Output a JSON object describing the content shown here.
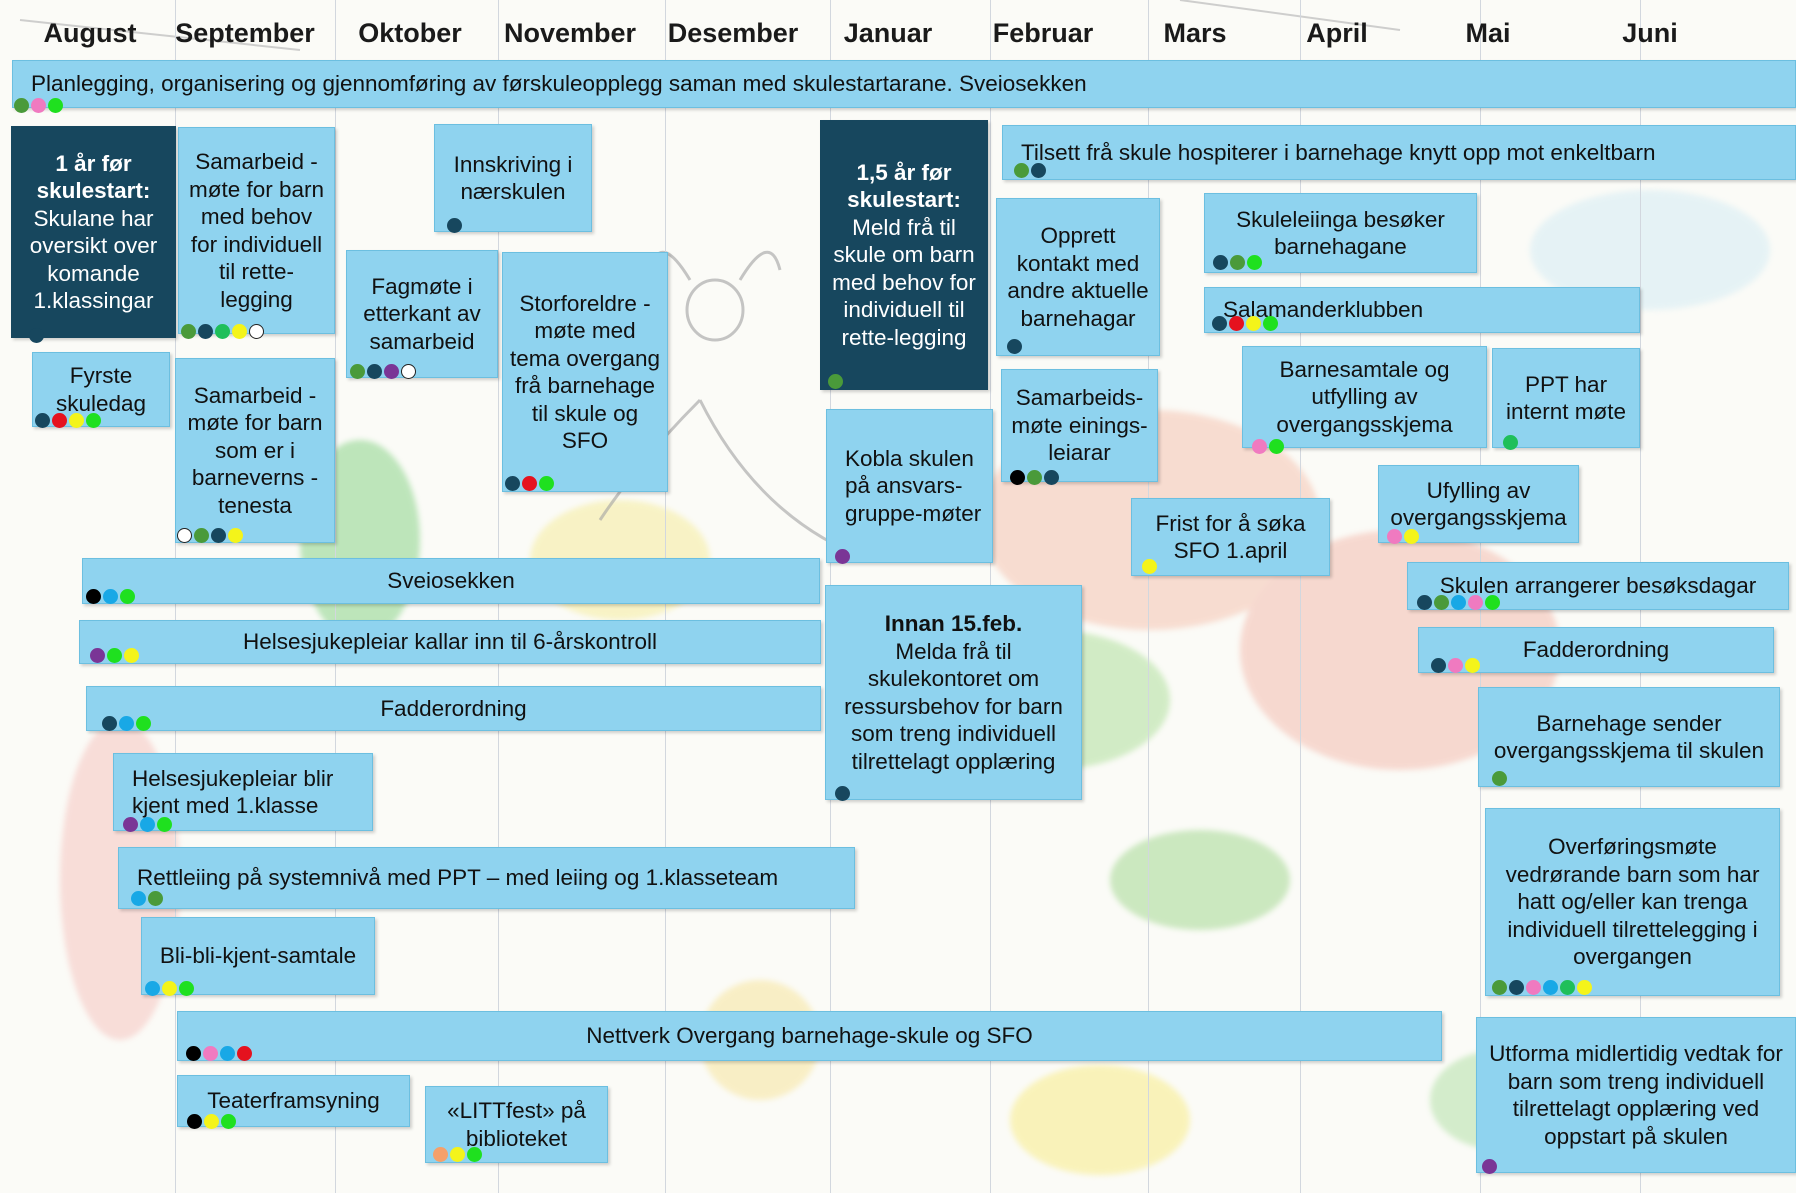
{
  "months": [
    "August",
    "September",
    "Oktober",
    "November",
    "Desember",
    "Januar",
    "Februar",
    "Mars",
    "April",
    "Mai",
    "Juni"
  ],
  "colors": {
    "dark_green": "#4a9a3a",
    "pink": "#f07ac0",
    "green": "#1fe01f",
    "navy": "#17475e",
    "white": "#ffffff",
    "red": "#e5121e",
    "yellow": "#f4f41a",
    "purple": "#7a3596",
    "black": "#000000",
    "cyan": "#18a8e6",
    "mid_green": "#1fbf5a",
    "orange": "#f5a06a"
  },
  "items": [
    {
      "id": "planlegging",
      "text": "Planlegging, organisering og gjennomføring av førskuleopplegg saman med skulestartarane. Sveiosekken",
      "dots": [
        "dark_green",
        "pink",
        "green"
      ]
    },
    {
      "id": "ar1",
      "bold": "1 år før skulestart:",
      "text": "Skulane har oversikt over komande 1.klassingar",
      "dots": [
        "navy"
      ]
    },
    {
      "id": "samarbeid1",
      "text": "Samarbeid -møte for barn med behov for individuell til rette-legging",
      "dots": [
        "dark_green",
        "navy",
        "mid_green",
        "yellow",
        "white"
      ]
    },
    {
      "id": "innskriving",
      "text": "Innskriving i nærskulen",
      "dots": [
        "navy"
      ]
    },
    {
      "id": "fagmote",
      "text": "Fagmøte i etterkant av samarbeid",
      "dots": [
        "dark_green",
        "navy",
        "purple",
        "white"
      ]
    },
    {
      "id": "storforeldre",
      "text": "Storforeldre -møte med tema overgang frå barnehage til skule og SFO",
      "dots": [
        "navy",
        "red",
        "green"
      ]
    },
    {
      "id": "ar15",
      "bold": "1,5 år før skulestart:",
      "text": "Meld frå til skule om barn med behov for individuell til rette-legging",
      "dots": [
        "dark_green"
      ]
    },
    {
      "id": "tilsett",
      "text": "Tilsett frå skule hospiterer i barnehage knytt opp mot enkeltbarn",
      "dots": [
        "dark_green",
        "navy"
      ]
    },
    {
      "id": "opprett",
      "text": "Opprett kontakt med andre aktuelle barnehagar",
      "dots": [
        "navy"
      ]
    },
    {
      "id": "skuleleiinga",
      "text": "Skuleleiinga besøker barnehagane",
      "dots": [
        "navy",
        "dark_green",
        "green"
      ]
    },
    {
      "id": "salamander",
      "text": "Salamanderklubben",
      "dots": [
        "navy",
        "red",
        "yellow",
        "green"
      ]
    },
    {
      "id": "fyrste",
      "text": "Fyrste skuledag",
      "dots": [
        "navy",
        "red",
        "yellow",
        "green"
      ]
    },
    {
      "id": "samarbeid2",
      "text": "Samarbeid -møte for barn som er i barneverns -tenesta",
      "dots": [
        "white",
        "dark_green",
        "navy",
        "yellow"
      ]
    },
    {
      "id": "kobla",
      "text": "Kobla skulen på ansvars-gruppe-møter",
      "dots": [
        "purple"
      ]
    },
    {
      "id": "samarbeids_leiar",
      "text": "Samarbeids-møte einings-leiarar",
      "dots": [
        "black",
        "dark_green",
        "navy"
      ]
    },
    {
      "id": "barnesamtale",
      "text": "Barnesamtale og utfylling av overgangsskjema",
      "dots": [
        "pink",
        "green"
      ]
    },
    {
      "id": "ppt",
      "text": "PPT har internt møte",
      "dots": [
        "mid_green"
      ]
    },
    {
      "id": "frist",
      "text": "Frist for å søka SFO 1.april",
      "dots": [
        "yellow"
      ]
    },
    {
      "id": "ufylling",
      "text": "Ufylling av overgangsskjema",
      "dots": [
        "pink",
        "yellow"
      ]
    },
    {
      "id": "sveiosekken",
      "text": "Sveiosekken",
      "dots": [
        "black",
        "cyan",
        "green"
      ]
    },
    {
      "id": "besoksdagar",
      "text": "Skulen arrangerer besøksdagar",
      "dots": [
        "navy",
        "dark_green",
        "cyan",
        "pink",
        "green"
      ]
    },
    {
      "id": "helse6",
      "text": "Helsesjukepleiar kallar inn til 6-årskontroll",
      "dots": [
        "purple",
        "green",
        "yellow"
      ]
    },
    {
      "id": "innan15",
      "bold": "Innan 15.feb.",
      "text": "Melda frå til skulekontoret om ressursbehov for barn som treng individuell tilrettelagt opplæring",
      "dots": [
        "navy"
      ]
    },
    {
      "id": "fadder_mai",
      "text": "Fadderordning",
      "dots": [
        "navy",
        "pink",
        "yellow"
      ]
    },
    {
      "id": "fadder",
      "text": "Fadderordning",
      "dots": [
        "navy",
        "cyan",
        "green"
      ]
    },
    {
      "id": "bhg_sender",
      "text": "Barnehage sender overgangsskjema til skulen",
      "dots": [
        "dark_green"
      ]
    },
    {
      "id": "helse1kl",
      "text": "Helsesjukepleiar blir kjent med 1.klasse",
      "dots": [
        "purple",
        "cyan",
        "green"
      ]
    },
    {
      "id": "rettleiing",
      "text": "Rettleiing  på systemnivå med PPT – med leiing og 1.klasseteam",
      "dots": [
        "cyan",
        "dark_green"
      ]
    },
    {
      "id": "overforing",
      "text": "Overføringsmøte vedrørande barn som har hatt og/eller kan trenga individuell tilrettelegging i overgangen",
      "dots": [
        "dark_green",
        "navy",
        "pink",
        "cyan",
        "mid_green",
        "yellow"
      ]
    },
    {
      "id": "blibli",
      "text": "Bli-bli-kjent-samtale",
      "dots": [
        "cyan",
        "yellow",
        "green"
      ]
    },
    {
      "id": "nettverk",
      "text": "Nettverk Overgang barnehage-skule og SFO",
      "dots": [
        "black",
        "pink",
        "cyan",
        "red"
      ]
    },
    {
      "id": "utforma",
      "text": "Utforma midlertidig vedtak for barn som treng individuell tilrettelagt opplæring ved oppstart på skulen",
      "dots": [
        "purple"
      ]
    },
    {
      "id": "teater",
      "text": "Teaterframsyning",
      "dots": [
        "black",
        "yellow",
        "green"
      ]
    },
    {
      "id": "littfest",
      "text": "«LITTfest» på biblioteket",
      "dots": [
        "orange",
        "yellow",
        "green"
      ]
    }
  ]
}
